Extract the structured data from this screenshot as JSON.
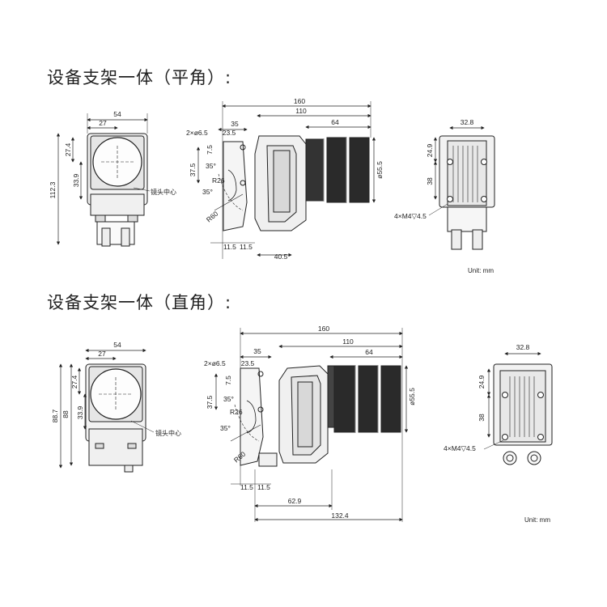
{
  "titles": {
    "top": "设备支架一体（平角）:",
    "bottom": "设备支架一体（直角）:"
  },
  "unit_label": "Unit: mm",
  "lens_center_label": "镜头中心",
  "top": {
    "front": {
      "w54": "54",
      "w27": "27",
      "h1123": "112.3",
      "h274": "27.4",
      "h339": "33.9"
    },
    "side": {
      "d160": "160",
      "d110": "110",
      "d64": "64",
      "d35": "35",
      "d235": "23.5",
      "holes": "2×ø6.5",
      "d75": "7.5",
      "d375": "37.5",
      "a35a": "35°",
      "a35b": "35°",
      "r26": "R26",
      "r60": "R60",
      "dia": "ø55.5",
      "d115a": "11.5",
      "d115b": "11.5",
      "d405": "40.5"
    },
    "back": {
      "d328": "32.8",
      "d249": "24.9",
      "d38": "38",
      "screws": "4×M4▽4.5"
    }
  },
  "bottom": {
    "front": {
      "w54": "54",
      "w27": "27",
      "h887": "88.7",
      "h88": "88",
      "h274": "27.4",
      "h339": "33.9"
    },
    "side": {
      "d160": "160",
      "d110": "110",
      "d64": "64",
      "d35": "35",
      "d235": "23.5",
      "holes": "2×ø6.5",
      "d75": "7.5",
      "d375": "37.5",
      "a35a": "35°",
      "a35b": "35°",
      "r26": "R26",
      "r60": "R60",
      "dia": "ø55.5",
      "d115a": "11.5",
      "d115b": "11.5",
      "d629": "62.9",
      "d1324": "132.4"
    },
    "back": {
      "d328": "32.8",
      "d249": "24.9",
      "d38": "38",
      "screws": "4×M4▽4.5"
    }
  }
}
